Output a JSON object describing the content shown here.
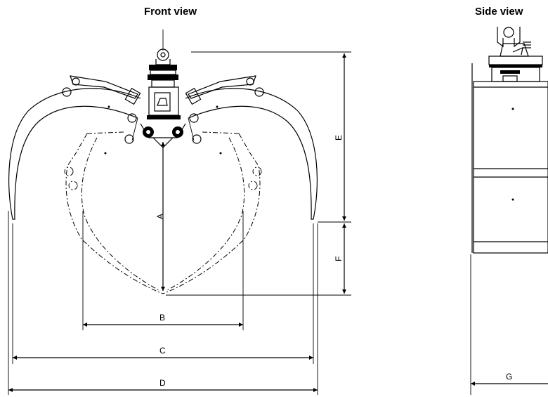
{
  "titles": {
    "front": "Front view",
    "side": "Side view"
  },
  "dimensions": {
    "A": "A",
    "B": "B",
    "C": "C",
    "D": "D",
    "E": "E",
    "F": "F",
    "G": "G"
  }
}
